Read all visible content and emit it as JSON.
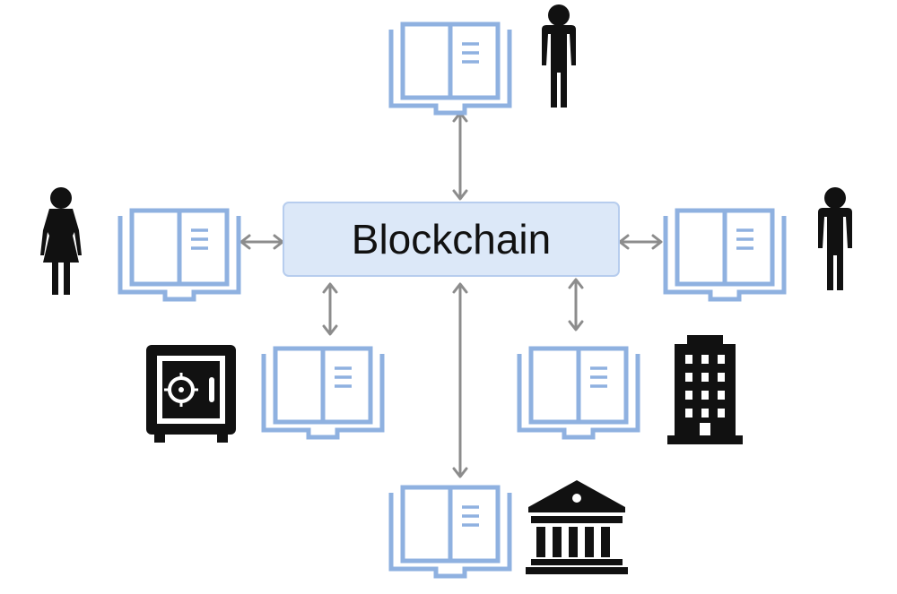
{
  "hub": {
    "label": "Blockchain"
  },
  "nodes": [
    {
      "id": "top",
      "ledger_icon": "open-ledger-icon",
      "participant_icon": "man-icon"
    },
    {
      "id": "left",
      "ledger_icon": "open-ledger-icon",
      "participant_icon": "woman-icon"
    },
    {
      "id": "right",
      "ledger_icon": "open-ledger-icon",
      "participant_icon": "man-icon"
    },
    {
      "id": "lower-left",
      "ledger_icon": "open-ledger-icon",
      "participant_icon": "safe-icon"
    },
    {
      "id": "lower-right",
      "ledger_icon": "open-ledger-icon",
      "participant_icon": "office-building-icon"
    },
    {
      "id": "bottom",
      "ledger_icon": "open-ledger-icon",
      "participant_icon": "bank-icon"
    }
  ],
  "colors": {
    "ledger": "#8fb1e0",
    "hub_fill": "#dce8f8",
    "hub_stroke": "#b7cdee",
    "connector": "#8c8c8c",
    "icon": "#111111"
  }
}
